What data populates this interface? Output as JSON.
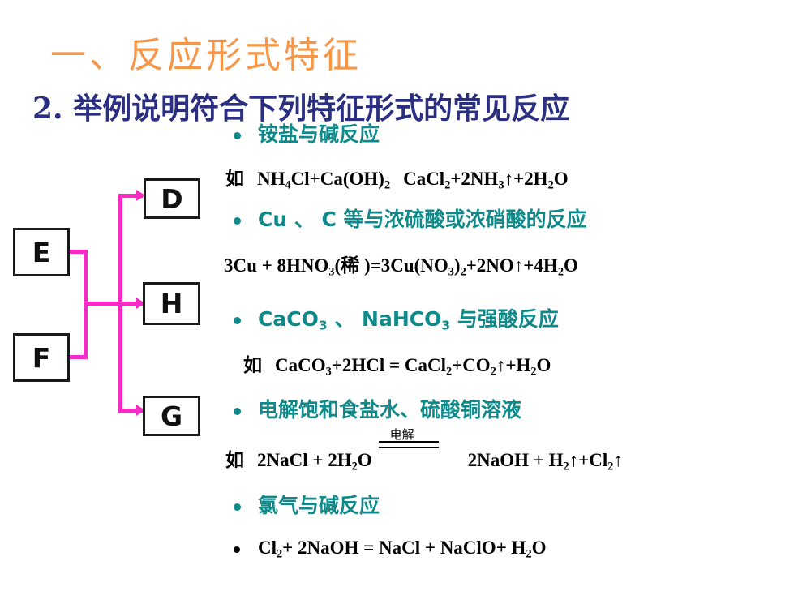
{
  "slide": {
    "title": "一、反应形式特征",
    "subtitle": "2. 举例说明符合下列特征形式的常见反应",
    "colors": {
      "title": "#F79646",
      "subtitle": "#2B2F82",
      "bullet_text": "#0E8A8A",
      "equation_text": "#000000",
      "connector": "#F62BC4",
      "node_border": "#1a1a1a",
      "background": "#ffffff"
    }
  },
  "diagram": {
    "nodes": [
      {
        "id": "D",
        "label": "D"
      },
      {
        "id": "E",
        "label": "E"
      },
      {
        "id": "H",
        "label": "H"
      },
      {
        "id": "F",
        "label": "F"
      },
      {
        "id": "G",
        "label": "G"
      }
    ],
    "edges": [
      {
        "from": "E",
        "to": "D"
      },
      {
        "from": "E",
        "to": "H"
      },
      {
        "from": "E",
        "to": "G"
      },
      {
        "from": "F",
        "to": "D"
      },
      {
        "from": "F",
        "to": "H"
      },
      {
        "from": "F",
        "to": "G"
      }
    ]
  },
  "content": {
    "items": [
      {
        "bullet": "铵盐与碱反应",
        "equation_prefix": "如",
        "equation": "NH4Cl+Ca(OH)2  CaCl2+2NH3↑+2H2O"
      },
      {
        "bullet": "Cu 、 C 等与浓硫酸或浓硝酸的反应",
        "equation_prefix": "",
        "equation": "3Cu + 8HNO3(稀 )=3Cu(NO3)2+2NO↑+4H2O"
      },
      {
        "bullet": "CaCO3 、 NaHCO3 与强酸反应",
        "equation_prefix": "如",
        "equation": "CaCO3+2HCl = CaCl2+CO2↑+H2O"
      },
      {
        "bullet": "电解饱和食盐水、硫酸铜溶液",
        "equation_prefix": "如",
        "equation_left": "2NaCl + 2H2O",
        "equation_condition": "电解",
        "equation_right": "2NaOH + H2↑+Cl2↑"
      },
      {
        "bullet": "氯气与碱反应",
        "equation_prefix": "",
        "equation": "Cl2+ 2NaOH = NaCl + NaClO+ H2O"
      }
    ],
    "fragments": {
      "b1_text": "铵盐与碱反应",
      "e1_prefix": "如",
      "e1_a": "NH",
      "e1_a_sub": "4",
      "e1_b": "Cl+Ca(OH)",
      "e1_b_sub": "2",
      "e1_c": "CaCl",
      "e1_c_sub": "2",
      "e1_d": "+2NH",
      "e1_d_sub": "3",
      "e1_e": "↑+2H",
      "e1_e_sub": "2",
      "e1_f": "O",
      "b2_text": "Cu 、 C 等与浓硫酸或浓硝酸的反应",
      "e2_a": "3Cu + 8HNO",
      "e2_a_sub": "3",
      "e2_b": "(稀 )=3Cu(NO",
      "e2_b_sub": "3",
      "e2_c": ")",
      "e2_c_sub": "2",
      "e2_d": "+2NO↑+4H",
      "e2_d_sub": "2",
      "e2_e": "O",
      "b3_a": "CaCO",
      "b3_a_sub": "3",
      "b3_b": " 、 NaHCO",
      "b3_b_sub": "3",
      "b3_c": " 与强酸反应",
      "e3_prefix": "如",
      "e3_a": "CaCO",
      "e3_a_sub": "3",
      "e3_b": "+2HCl = CaCl",
      "e3_b_sub": "2",
      "e3_c": "+CO",
      "e3_c_sub": "2",
      "e3_d": "↑+H",
      "e3_d_sub": "2",
      "e3_e": "O",
      "b4_text": "电解饱和食盐水、硫酸铜溶液",
      "e4_prefix": "如",
      "e4_a": "2NaCl + 2H",
      "e4_a_sub": "2",
      "e4_b": "O",
      "e4_cond": "电解",
      "e4_c": "2NaOH + H",
      "e4_c_sub": "2",
      "e4_d": "↑+Cl",
      "e4_d_sub": "2",
      "e4_e": "↑",
      "b5_text": "氯气与碱反应",
      "e5_a": "Cl",
      "e5_a_sub": "2",
      "e5_b": "+ 2NaOH = NaCl + NaClO+ H",
      "e5_b_sub": "2",
      "e5_c": "O"
    }
  }
}
